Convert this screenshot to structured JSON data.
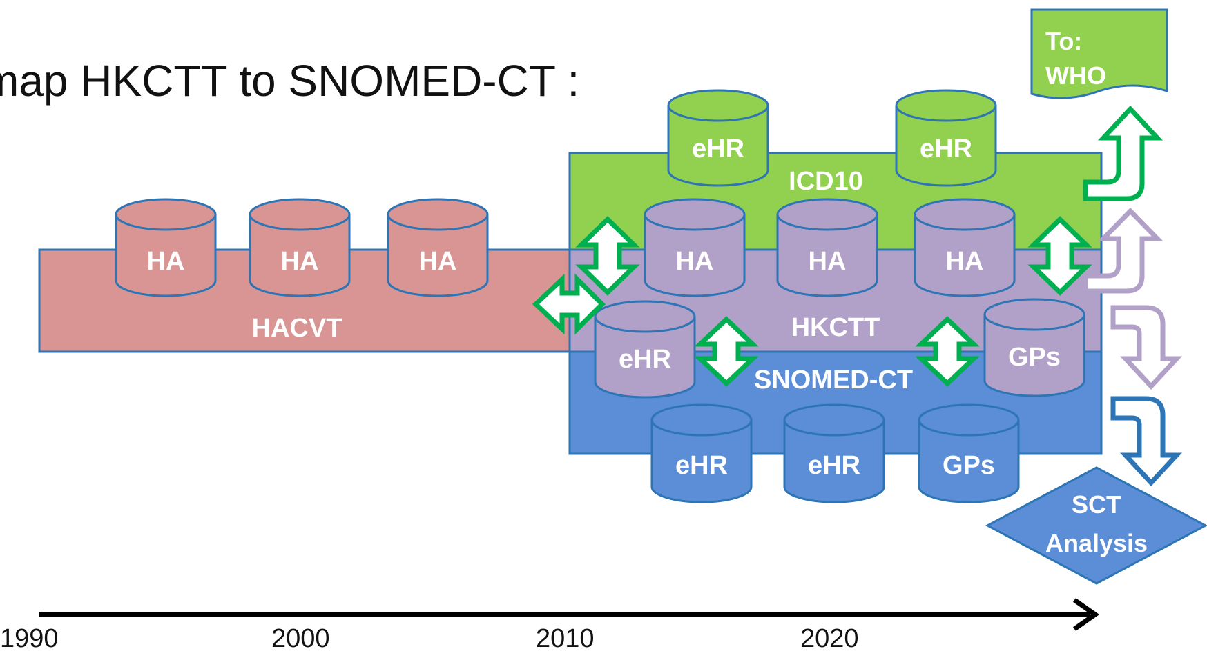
{
  "title": "map HKCTT to SNOMED-CT :",
  "timeline": {
    "years": [
      "1990",
      "2000",
      "2010",
      "2020"
    ]
  },
  "layers": {
    "hacvt": {
      "label": "HACVT",
      "color": "#d99594"
    },
    "icd10": {
      "label": "ICD10",
      "color": "#92d050"
    },
    "hkctt": {
      "label": "HKCTT",
      "color": "#b1a0c7"
    },
    "snomed": {
      "label": "SNOMED-CT",
      "color": "#5b8ed6"
    }
  },
  "databases": {
    "ha1": "HA",
    "ha2": "HA",
    "ha3": "HA",
    "ehr_green1": "eHR",
    "ehr_green2": "eHR",
    "ha4": "HA",
    "ha5": "HA",
    "ha6": "HA",
    "ehr_purple": "eHR",
    "gps_purple": "GPs",
    "ehr_blue1": "eHR",
    "ehr_blue2": "eHR",
    "gps_blue": "GPs"
  },
  "outputs": {
    "who": {
      "line1": "To:",
      "line2": "WHO"
    },
    "sct": {
      "line1": "SCT",
      "line2": "Analysis"
    }
  },
  "colors": {
    "outline": "#2e75b6",
    "mapping_arrow": "#00b050",
    "axis": "#000000"
  }
}
